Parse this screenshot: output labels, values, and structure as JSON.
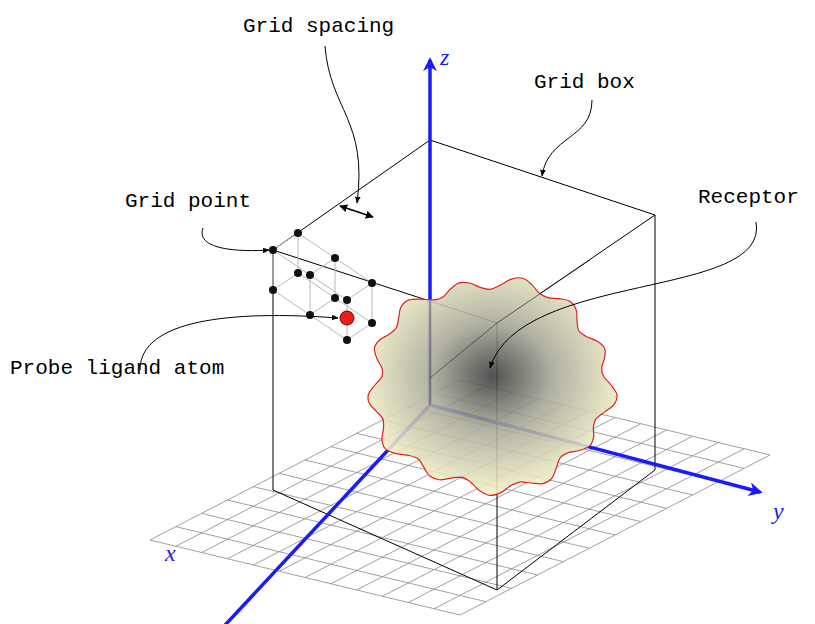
{
  "diagram": {
    "labels": [
      "Grid spacing",
      "Grid box",
      "Grid point",
      "Receptor",
      "Probe ligand atom",
      "z",
      "y",
      "x"
    ]
  }
}
